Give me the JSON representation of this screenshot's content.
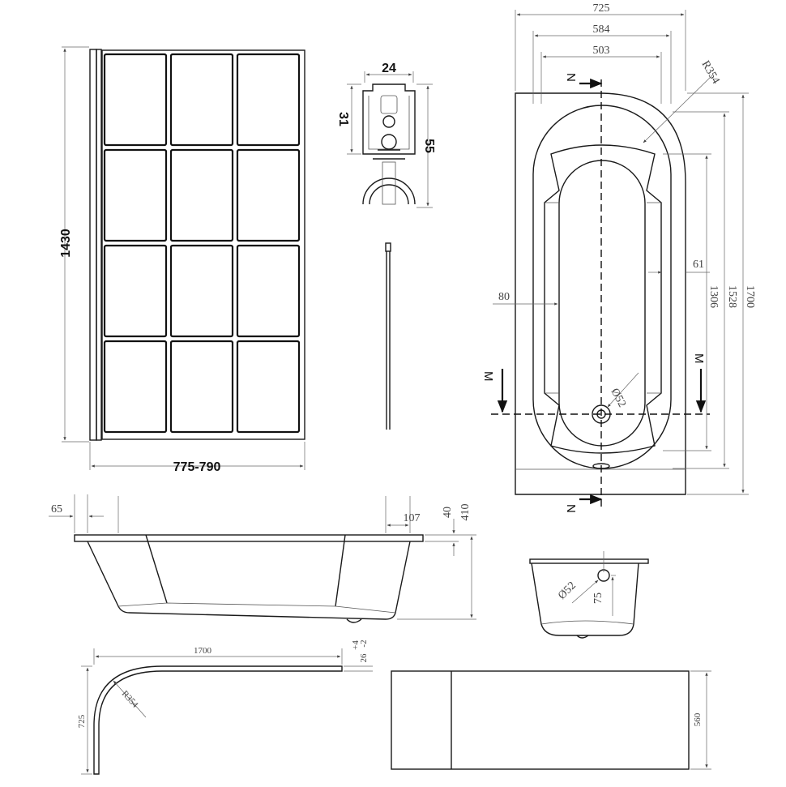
{
  "screen": {
    "dims": {
      "screen_height": "1430",
      "screen_width": "775-790",
      "profile_width": "24",
      "profile_height_a": "31",
      "profile_height_b": "55"
    }
  },
  "bath_plan": {
    "dims": {
      "overall_width": "725",
      "width_584": "584",
      "width_503": "503",
      "radius": "R354",
      "overall_length": "1700",
      "length_1528": "1528",
      "length_1306": "1306",
      "side_61": "61",
      "side_80": "80",
      "waste_dia": "Ø52"
    },
    "section_labels": {
      "n_top": "N",
      "n_bottom": "N",
      "m_left": "M",
      "m_right": "M"
    }
  },
  "side_section": {
    "dims": {
      "rim_65": "65",
      "rim_107": "107",
      "depth_40": "40",
      "depth_410": "410"
    }
  },
  "end_section": {
    "dims": {
      "waste_dia": "Ø52",
      "height_75": "75"
    }
  },
  "panel_top": {
    "dims": {
      "length": "1700",
      "tol_plus": "+4",
      "tol_val": "26",
      "tol_minus": "-2",
      "depth": "725",
      "radius": "R354"
    }
  },
  "panel_front": {
    "dims": {
      "height": "560"
    }
  }
}
